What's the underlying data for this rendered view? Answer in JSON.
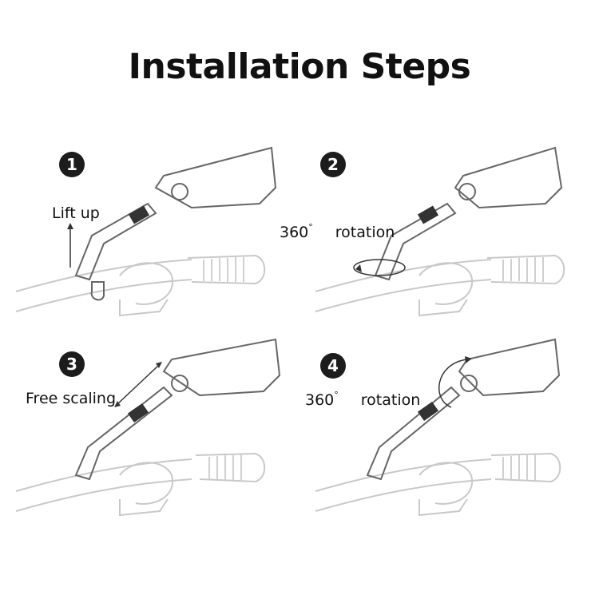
{
  "title": "Installation Steps",
  "steps": [
    {
      "number": "1",
      "label": "Lift up"
    },
    {
      "number": "2",
      "value": "360",
      "unit": "°",
      "label": "rotation"
    },
    {
      "number": "3",
      "label": "Free scaling"
    },
    {
      "number": "4",
      "value": "360",
      "unit": "°",
      "label": "rotation"
    }
  ]
}
